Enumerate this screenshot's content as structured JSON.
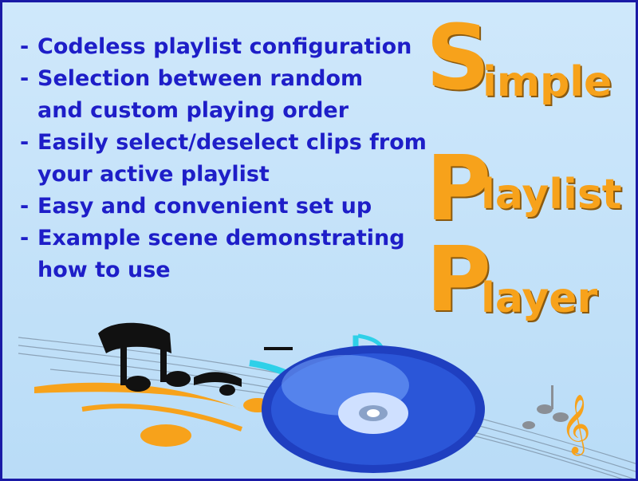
{
  "features": [
    "Codeless playlist configuration",
    "Selection between random and custom playing order",
    "Easily select/deselect clips from your active playlist",
    "Easy and convenient set up",
    "Example scene demonstrating how to use"
  ],
  "title": {
    "word1": {
      "initial": "S",
      "rest": "imple"
    },
    "word2": {
      "initial": "P",
      "rest": "laylist"
    },
    "word3": {
      "initial": "P",
      "rest": "layer"
    }
  },
  "colors": {
    "text": "#1e1ec8",
    "title": "#f7a21b",
    "border": "#1a1aa6",
    "background": "#c4e2f8"
  },
  "artwork": {
    "icons": [
      "music-notes-icon",
      "treble-clef-icon",
      "compact-disc-icon"
    ]
  }
}
